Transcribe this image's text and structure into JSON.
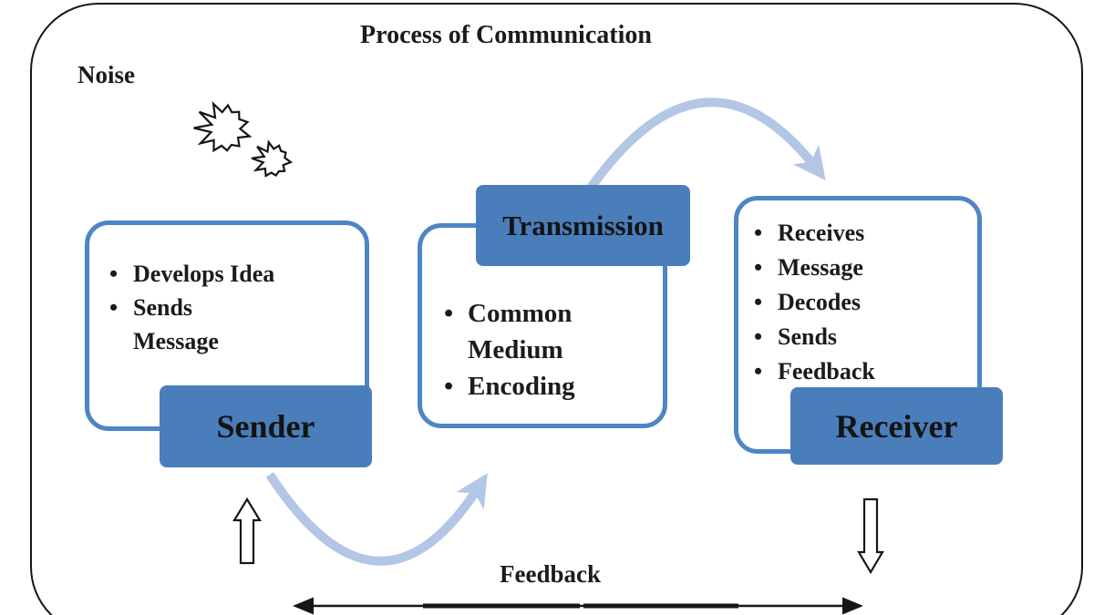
{
  "diagram": {
    "title": "Process of Communication",
    "noise_label": "Noise",
    "feedback_label": "Feedback",
    "bullet_char": "•"
  },
  "nodes": {
    "sender": {
      "label": "Sender",
      "bullets": [
        "Develops Idea",
        "Sends\nMessage"
      ]
    },
    "transmission": {
      "label": "Transmission",
      "bullets": [
        "Common\nMedium",
        "Encoding"
      ]
    },
    "receiver": {
      "label": "Receiver",
      "bullets": [
        "Receives",
        "Message",
        "Decodes",
        "Sends",
        "Feedback"
      ]
    }
  },
  "icons": {
    "noise_burst_large": "starburst-icon",
    "noise_burst_small": "starburst-icon",
    "sender_to_transmission": "curved-arrow-icon",
    "transmission_to_receiver": "curved-arrow-icon",
    "feedback_up_arrow": "up-block-arrow-icon",
    "receiver_down_arrow": "down-block-arrow-icon",
    "feedback_span": "double-headed-arrow-icon"
  },
  "colors": {
    "node_fill": "#4a7ebb",
    "box_border": "#4e85c4",
    "flow_arrow": "#b3c6e6",
    "text": "#1b1b1b",
    "line": "#161616"
  }
}
